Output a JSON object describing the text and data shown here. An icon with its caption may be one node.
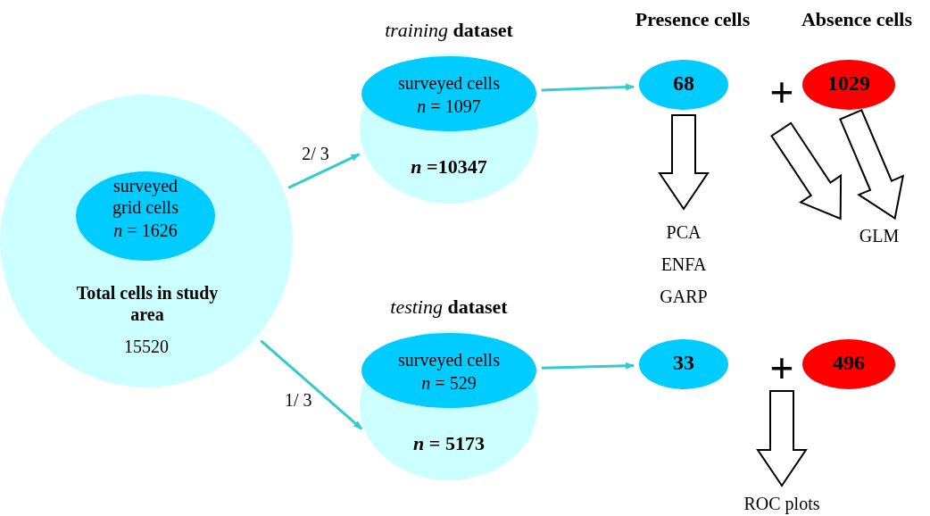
{
  "diagram": {
    "nodes": [
      {
        "text": [
          "Total cells in study area",
          "15520"
        ]
      },
      {
        "text": [
          "surveyed grid cells",
          "*n* = 1626"
        ],
        "in": 0
      },
      {
        "text": [
          "*training* **dataset**",
          "*n* =10347"
        ]
      },
      {
        "text": [
          "surveyed cells",
          "*n* = 1097"
        ],
        "in": 2
      },
      {
        "text": [
          "*testing* **dataset**",
          "*n* = 5173"
        ]
      },
      {
        "text": [
          "surveyed cells",
          "*n* = 529"
        ],
        "in": 4
      },
      {
        "text": [
          "68"
        ]
      },
      {
        "text": [
          "1029"
        ]
      },
      {
        "text": [
          "33"
        ]
      },
      {
        "text": [
          "496"
        ]
      },
      {
        "text": [
          "PCA",
          "ENFA",
          "GARP"
        ]
      },
      {
        "text": [
          "GLM"
        ]
      },
      {
        "text": [
          "ROC plots"
        ]
      }
    ],
    "edges": [
      {
        "from": 0,
        "to": 2,
        "arrow": "to",
        "label": "2/ 3",
        "color": "#33cccc"
      },
      {
        "from": 0,
        "to": 4,
        "arrow": "to",
        "label": "1/ 3",
        "color": "#33cccc"
      },
      {
        "from": 3,
        "to": 6,
        "arrow": "to",
        "color": "#33cccc"
      },
      {
        "from": 5,
        "to": 8,
        "arrow": "to",
        "color": "#33cccc"
      },
      {
        "from": 6,
        "to": 10,
        "arrow": "to",
        "style": "thick"
      },
      {
        "from": null,
        "to": 11,
        "arrow": "to",
        "style": "thick"
      },
      {
        "from": 7,
        "to": 11,
        "arrow": "to",
        "style": "thick"
      },
      {
        "from": null,
        "to": 12,
        "arrow": "to",
        "style": "thick"
      }
    ],
    "labels": [
      "Presence cells",
      "Absence cells",
      "+",
      "+"
    ]
  }
}
